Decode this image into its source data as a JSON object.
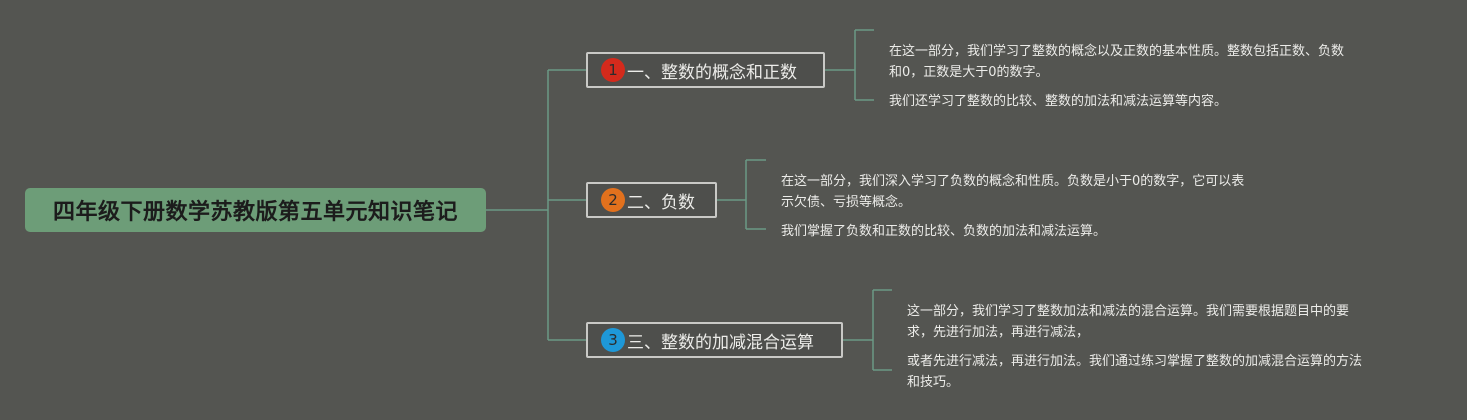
{
  "root": {
    "title": "四年级下册数学苏教版第五单元知识笔记"
  },
  "branches": [
    {
      "number": "1",
      "number_color": "#d42a1c",
      "label": "一、整数的概念和正数",
      "notes": [
        {
          "line1": "在这一部分，我们学习了整数的概念以及正数的基本性质。整数包括正数、负数",
          "line2": "和0，正数是大于0的数字。"
        },
        {
          "line1": "我们还学习了整数的比较、整数的加法和减法运算等内容。",
          "line2": ""
        }
      ]
    },
    {
      "number": "2",
      "number_color": "#e2711d",
      "label": "二、负数",
      "notes": [
        {
          "line1": "在这一部分，我们深入学习了负数的概念和性质。负数是小于0的数字，它可以表",
          "line2": "示欠债、亏损等概念。"
        },
        {
          "line1": "我们掌握了负数和正数的比较、负数的加法和减法运算。",
          "line2": ""
        }
      ]
    },
    {
      "number": "3",
      "number_color": "#1e98d8",
      "label": "三、整数的加减混合运算",
      "notes": [
        {
          "line1": "这一部分，我们学习了整数加法和减法的混合运算。我们需要根据题目中的要",
          "line2": "求，先进行加法，再进行减法，"
        },
        {
          "line1": "或者先进行减法，再进行加法。我们通过练习掌握了整数的加减混合运算的方法",
          "line2": "和技巧。"
        }
      ]
    }
  ],
  "colors": {
    "background": "#545551",
    "root_fill": "#6d9d78",
    "connector": "#6b9a86",
    "branch_border": "#c9c9c6"
  }
}
